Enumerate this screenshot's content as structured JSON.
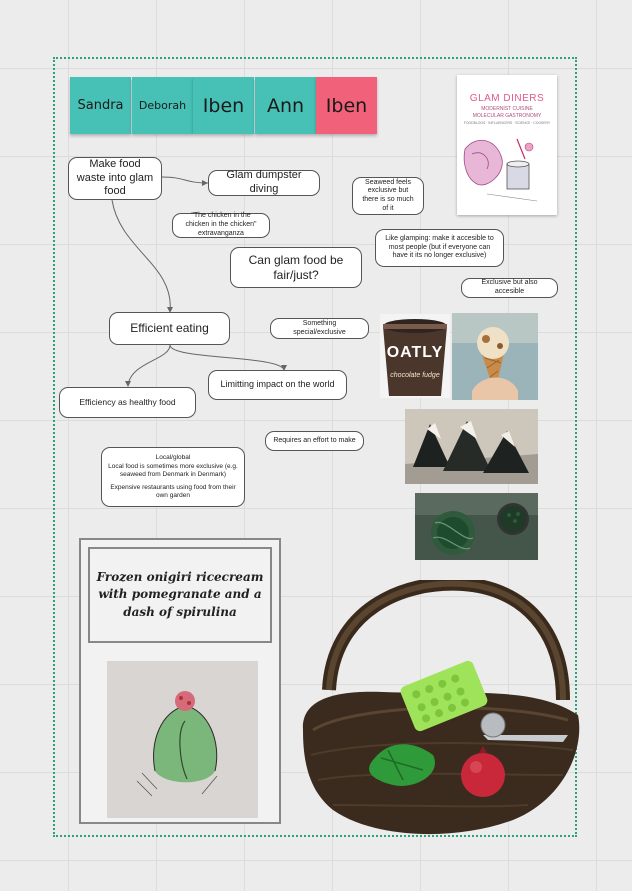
{
  "stickies": [
    {
      "label": "Sandra"
    },
    {
      "label": "Deborah"
    },
    {
      "label": "Iben"
    },
    {
      "label": "Ann"
    },
    {
      "label": "Iben"
    }
  ],
  "book": {
    "title": "GLAM DINERS",
    "subtitle1": "MODERNIST CUISINE",
    "subtitle2": "MOLECULAR GASTRONOMY",
    "subtitle3": "FOODBLOGS · INFLUENCERS · SCIENCE · COOKERY"
  },
  "notes": {
    "food_waste": "Make food waste into glam food",
    "dumpster": "Glam dumpster diving",
    "seaweed": "Seaweed feels exclusive but there is so much of it",
    "chicken": "\"The chicken in the chicken in the chicken\" extravanganza",
    "fair": "Can glam food be fair/just?",
    "glamping": "Like glamping: make it accesible to most people (but if everyone can have it its no longer exclusive)",
    "exclusive": "Exclusive but also accesible",
    "efficient": "Efficient eating",
    "special": "Something special/exclusive",
    "limiting": "Limitting impact on the world",
    "healthy": "Efficiency as healthy food",
    "effort": "Requires an effort to make",
    "local_title": "Local/global",
    "local_body": "Local food is sometimes more exclusive (e.g. seaweed from Denmark in Denmark)",
    "local_body2": "Expensive restaurants using food from their own garden"
  },
  "tub": {
    "brand": "OATLY",
    "flavor": "chocolate fudge"
  },
  "concept": {
    "title": "Frozen onigiri ricecream with pomegranate and a dash of spirulina"
  },
  "colors": {
    "teal": "#47c1b6",
    "pink": "#f2617a",
    "frame": "#2aa27a"
  }
}
